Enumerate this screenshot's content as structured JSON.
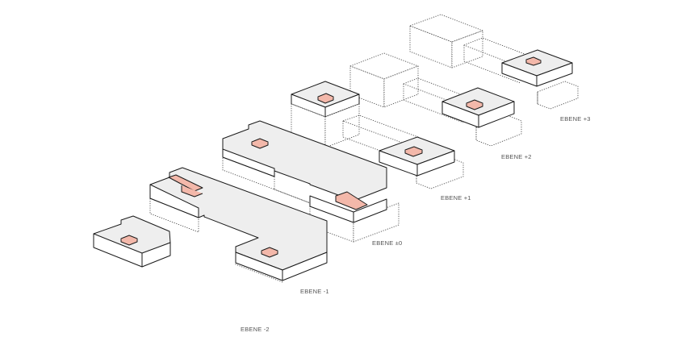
{
  "labels": {
    "level_minus2": "EBENE -2",
    "level_minus1": "EBENE -1",
    "level_0": "EBENE ±0",
    "level_plus1": "EBENE +1",
    "level_plus2": "EBENE +2",
    "level_plus3": "EBENE +3"
  },
  "colors": {
    "floor_plate": "#eeeeee",
    "opening_highlight": "#f3b8aa",
    "outline": "#1a1a1a",
    "label_text": "#555555"
  }
}
